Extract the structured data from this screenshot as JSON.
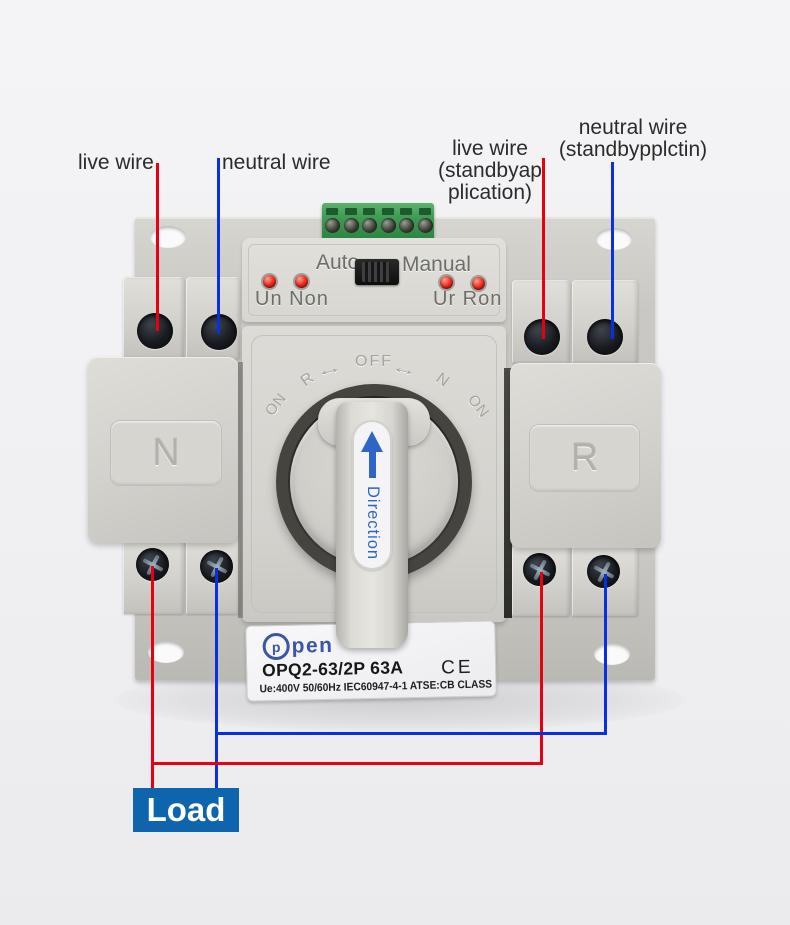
{
  "colors": {
    "live_wire_line": "#e60012",
    "neutral_wire_line": "#0a2fe0",
    "load_bg": "#0f65ad",
    "direction_blue": "#2e66c6",
    "brand_blue": "#3b55a8",
    "led_red": "#e52317",
    "terminal_green": "#3f9e55"
  },
  "annotations": {
    "live_left": "live wire",
    "neutral_left": "neutral wire",
    "live_right": [
      "live wire",
      "(standbyap",
      "plication)"
    ],
    "neutral_right": [
      "neutral wire",
      "(standbypplctin)"
    ],
    "load": "Load"
  },
  "device": {
    "mode_panel": {
      "auto": "Auto",
      "manual": "Manual",
      "left_leds_label": "Un Non",
      "right_leds_label": "Ur Ron"
    },
    "rotary": {
      "on_left": "ON",
      "r": "R",
      "arrow": "↔",
      "off": "OFF",
      "n": "N",
      "on_right": "ON",
      "direction": "Direction"
    },
    "covers": {
      "left": "N",
      "right": "R"
    },
    "sticker": {
      "brand_o": "p",
      "brand": "pen",
      "model": "OPQ2-63/2P 63A",
      "ce_mark": "CE",
      "specs": "Ue:400V 50/60Hz IEC60947-4-1 ATSE:CB CLASS"
    }
  }
}
